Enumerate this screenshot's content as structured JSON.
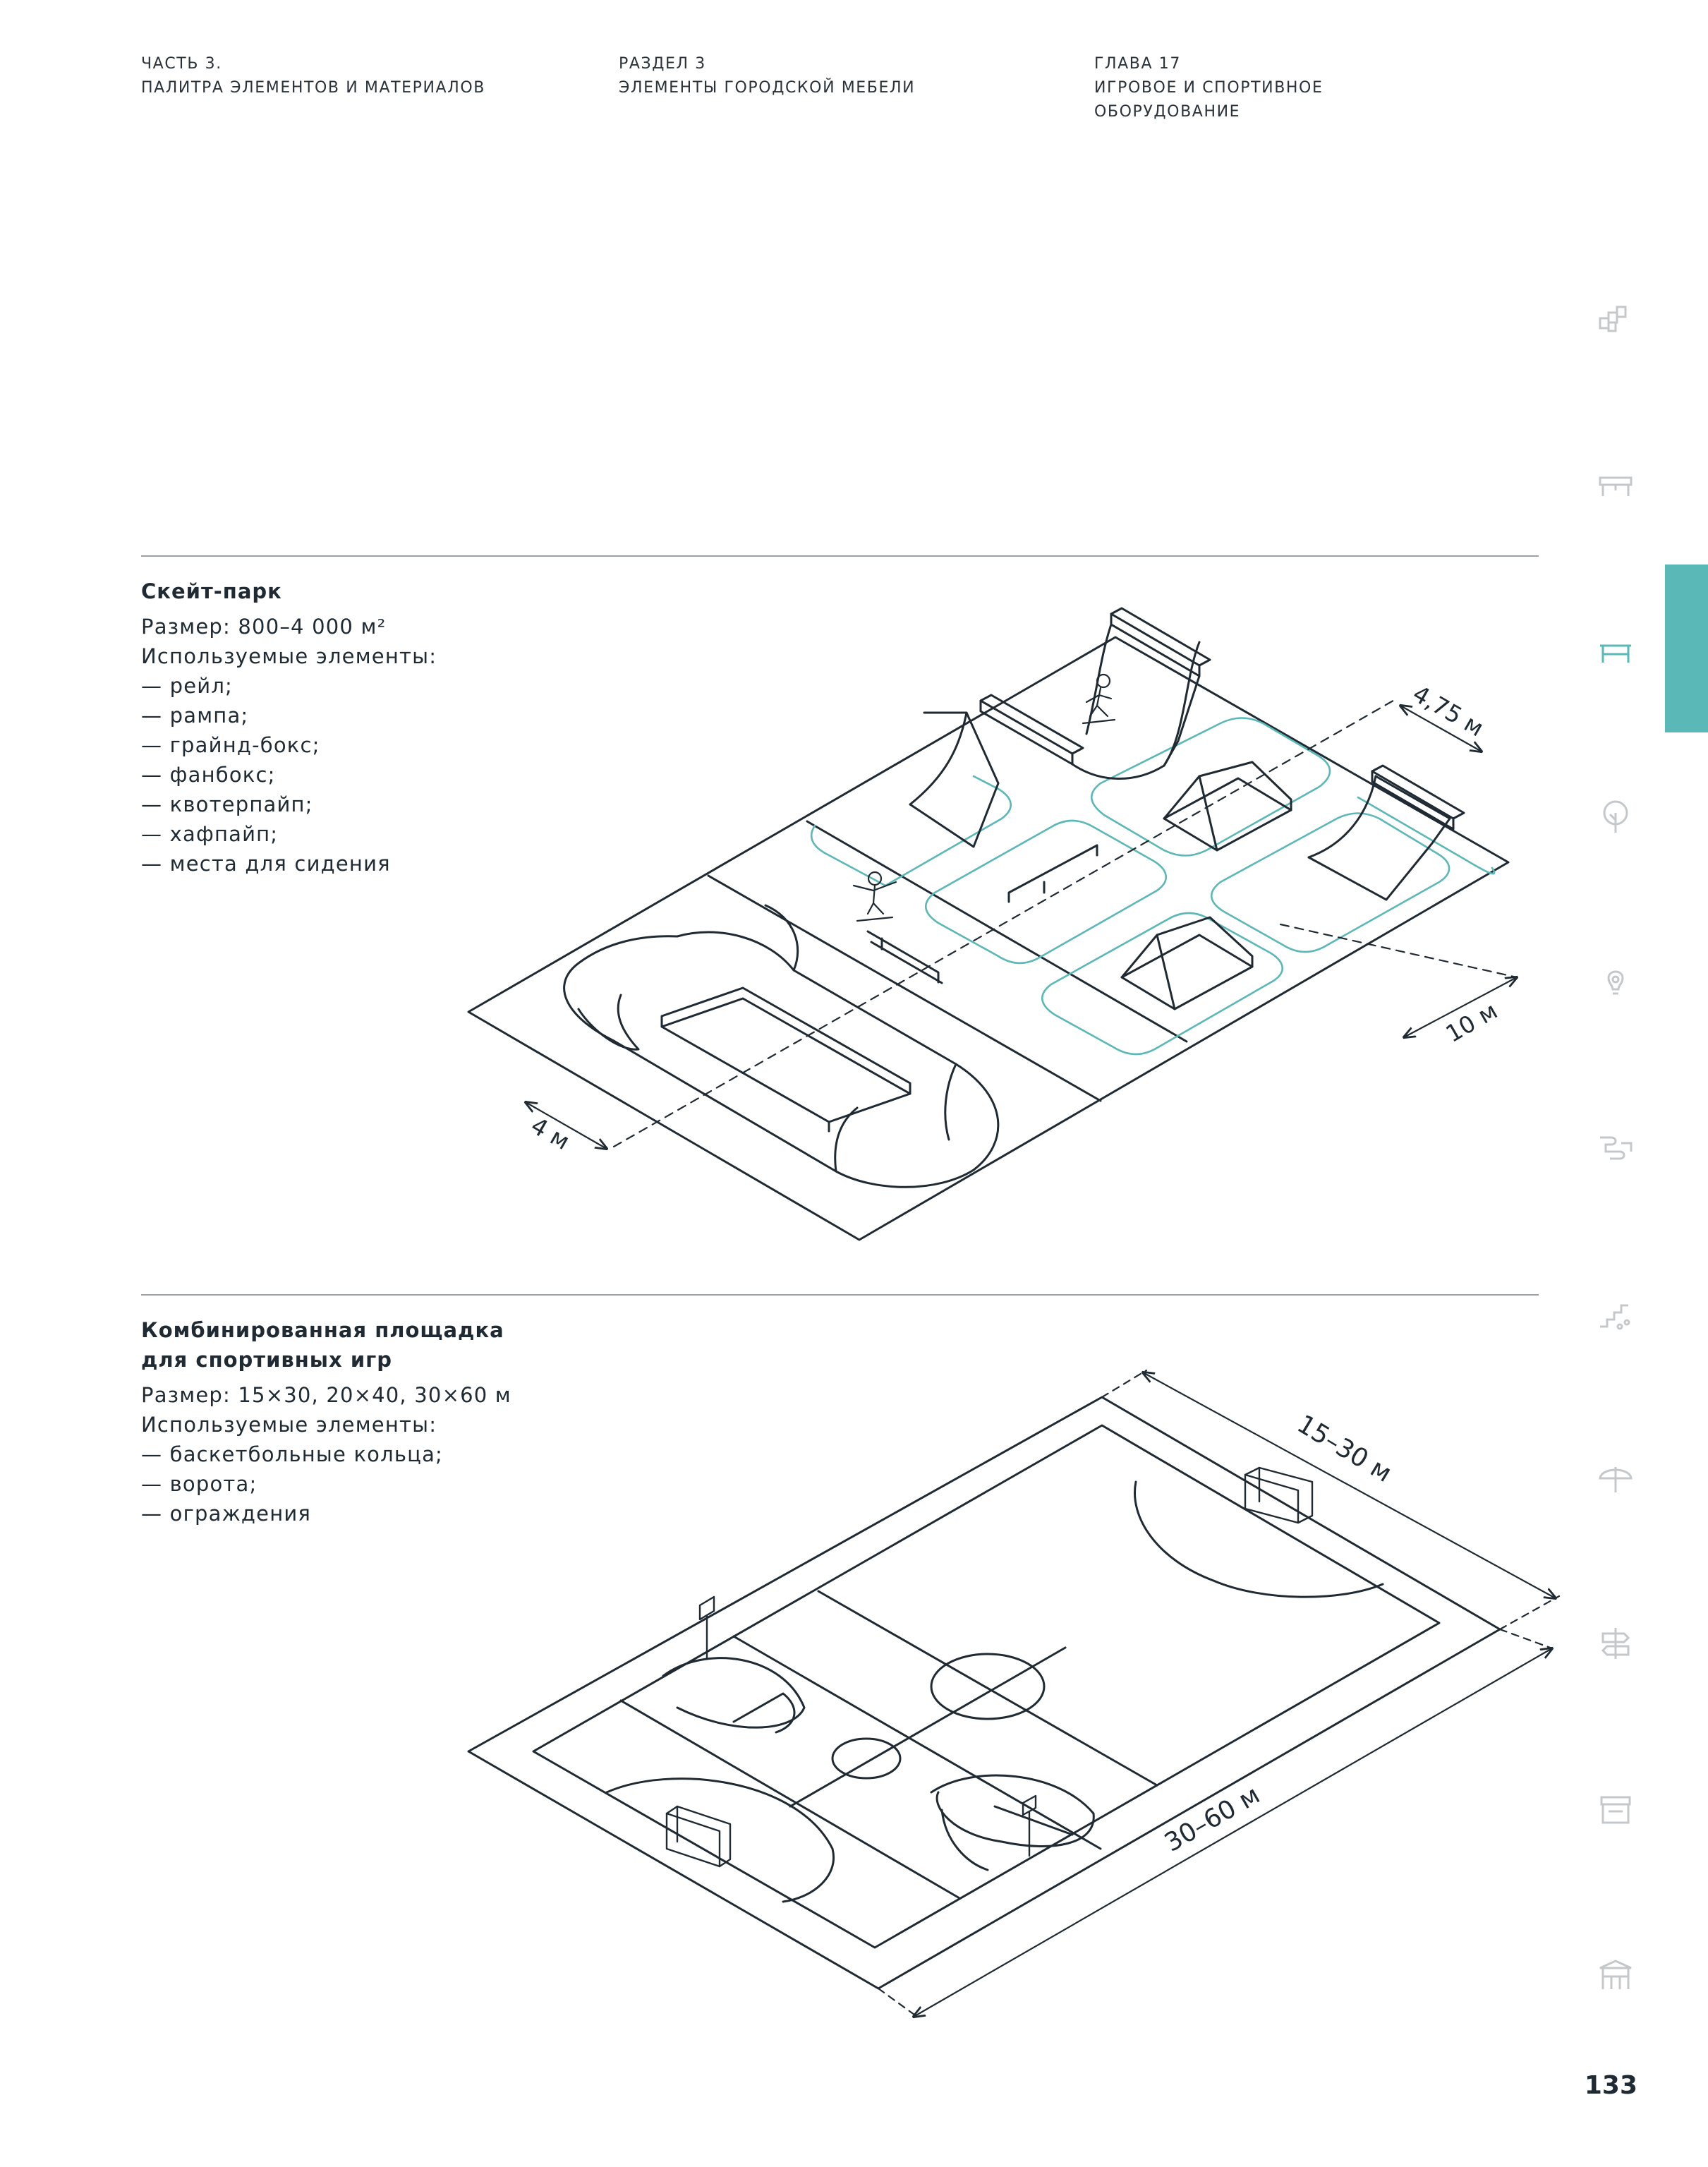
{
  "header": {
    "part": {
      "line1": "ЧАСТЬ 3.",
      "line2": "ПАЛИТРА ЭЛЕМЕНТОВ И МАТЕРИАЛОВ"
    },
    "section": {
      "line1": "РАЗДЕЛ 3",
      "line2": "ЭЛЕМЕНТЫ ГОРОДСКОЙ МЕБЕЛИ"
    },
    "chapter": {
      "line1": "ГЛАВА 17",
      "line2": "ИГРОВОЕ И СПОРТИВНОЕ",
      "line3": "ОБОРУДОВАНИЕ"
    }
  },
  "skatepark": {
    "title": "Скейт-парк",
    "size": "Размер: 800–4 000 м²",
    "used_label": "Используемые элементы:",
    "items": [
      "рейл;",
      "рампа;",
      "грайнд-бокс;",
      "фанбокс;",
      "квотерпайп;",
      "хафпайп;",
      "места для сидения"
    ],
    "dims": {
      "top": "4,75 м",
      "right": "10 м",
      "left": "4 м"
    }
  },
  "sports": {
    "title_line1": "Комбинированная площадка",
    "title_line2": "для спортивных игр",
    "size": "Размер: 15×30, 20×40, 30×60 м",
    "used_label": "Используемые элементы:",
    "items": [
      "баскетбольные кольца;",
      "ворота;",
      "ограждения"
    ],
    "dims": {
      "width": "15–30 м",
      "length": "30–60 м"
    }
  },
  "sidebar_icons": [
    "blocks-icon",
    "bench-icon",
    "table-icon",
    "tree-icon",
    "lightbulb-icon",
    "pipe-icon",
    "stairs-icon",
    "umbrella-icon",
    "signpost-icon",
    "kiosk-icon",
    "pavilion-icon"
  ],
  "colors": {
    "accent": "#5ab8b6",
    "line": "#1f2a33",
    "rule": "#9aa0a5",
    "icon": "#c4c8cb"
  },
  "page_number": "133"
}
